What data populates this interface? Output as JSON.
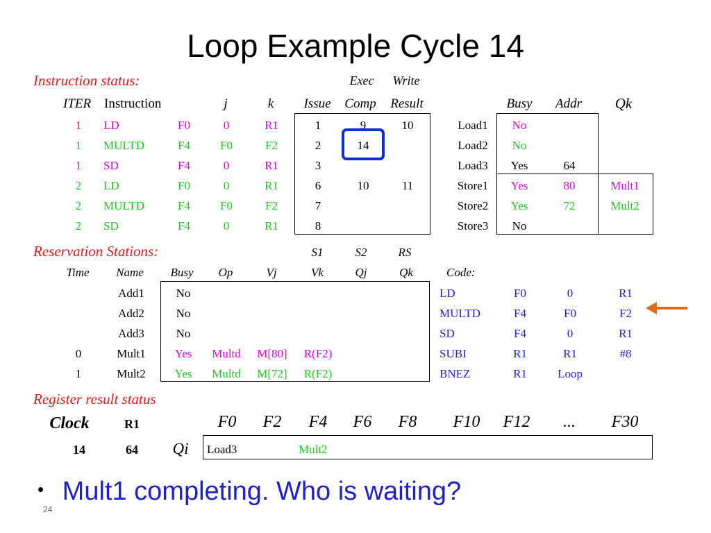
{
  "title": "Loop Example Cycle 14",
  "colors": {
    "red": "#e01b1b",
    "magenta": "#e000e0",
    "green": "#1ec51e",
    "blue": "#1f1fd0",
    "highlight": "#0a2fd6",
    "arrow": "#e06a1b"
  },
  "instruction_status": {
    "heading": "Instruction status:",
    "header_top": [
      "Exec",
      "Write"
    ],
    "headers": [
      "ITER",
      "Instruction",
      "j",
      "k",
      "Issue",
      "Comp",
      "Result"
    ],
    "rows": [
      {
        "iter": "1",
        "op": "LD",
        "dest": "F0",
        "j": "0",
        "k": "R1",
        "issue": "1",
        "comp": "9",
        "result": "10",
        "color": "#e000e0"
      },
      {
        "iter": "1",
        "op": "MULTD",
        "dest": "F4",
        "j": "F0",
        "k": "F2",
        "issue": "2",
        "comp": "14",
        "result": "",
        "color": "#1ec51e"
      },
      {
        "iter": "1",
        "op": "SD",
        "dest": "F4",
        "j": "0",
        "k": "R1",
        "issue": "3",
        "comp": "",
        "result": "",
        "color": "#e000e0"
      },
      {
        "iter": "2",
        "op": "LD",
        "dest": "F0",
        "j": "0",
        "k": "R1",
        "issue": "6",
        "comp": "10",
        "result": "11",
        "color": "#1ec51e"
      },
      {
        "iter": "2",
        "op": "MULTD",
        "dest": "F4",
        "j": "F0",
        "k": "F2",
        "issue": "7",
        "comp": "",
        "result": "",
        "color": "#1ec51e"
      },
      {
        "iter": "2",
        "op": "SD",
        "dest": "F4",
        "j": "0",
        "k": "R1",
        "issue": "8",
        "comp": "",
        "result": "",
        "color": "#1ec51e"
      }
    ]
  },
  "buffers": {
    "headers": [
      "Busy",
      "Addr",
      "Qk"
    ],
    "rows": [
      {
        "name": "Load1",
        "busy": "No",
        "addr": "",
        "qk": "",
        "color": "#e000e0"
      },
      {
        "name": "Load2",
        "busy": "No",
        "addr": "",
        "qk": "",
        "color": "#1ec51e"
      },
      {
        "name": "Load3",
        "busy": "Yes",
        "addr": "64",
        "qk": "",
        "color": "#000000"
      },
      {
        "name": "Store1",
        "busy": "Yes",
        "addr": "80",
        "qk": "Mult1",
        "color": "#e000e0"
      },
      {
        "name": "Store2",
        "busy": "Yes",
        "addr": "72",
        "qk": "Mult2",
        "color": "#1ec51e"
      },
      {
        "name": "Store3",
        "busy": "No",
        "addr": "",
        "qk": "",
        "color": "#000000"
      }
    ]
  },
  "reservation_stations": {
    "heading": "Reservation Stations:",
    "header_top": [
      "S1",
      "S2",
      "RS"
    ],
    "headers": [
      "Time",
      "Name",
      "Busy",
      "Op",
      "Vj",
      "Vk",
      "Qj",
      "Qk"
    ],
    "rows": [
      {
        "time": "",
        "name": "Add1",
        "busy": "No",
        "op": "",
        "vj": "",
        "vk": "",
        "color": "#000000"
      },
      {
        "time": "",
        "name": "Add2",
        "busy": "No",
        "op": "",
        "vj": "",
        "vk": "",
        "color": "#000000"
      },
      {
        "time": "",
        "name": "Add3",
        "busy": "No",
        "op": "",
        "vj": "",
        "vk": "",
        "color": "#000000"
      },
      {
        "time": "0",
        "name": "Mult1",
        "busy": "Yes",
        "op": "Multd",
        "vj": "M[80]",
        "vk": "R(F2)",
        "color": "#e000e0"
      },
      {
        "time": "1",
        "name": "Mult2",
        "busy": "Yes",
        "op": "Multd",
        "vj": "M[72]",
        "vk": "R(F2)",
        "color": "#1ec51e"
      }
    ]
  },
  "code": {
    "heading": "Code:",
    "rows": [
      [
        "LD",
        "F0",
        "0",
        "R1"
      ],
      [
        "MULTD",
        "F4",
        "F0",
        "F2"
      ],
      [
        "SD",
        "F4",
        "0",
        "R1"
      ],
      [
        "SUBI",
        "R1",
        "R1",
        "#8"
      ],
      [
        "BNEZ",
        "R1",
        "Loop",
        ""
      ]
    ]
  },
  "register_status": {
    "heading": "Register result status",
    "clock_label": "Clock",
    "r1_label": "R1",
    "qi_label": "Qi",
    "clock": "14",
    "r1": "64",
    "registers": [
      "F0",
      "F2",
      "F4",
      "F6",
      "F8",
      "F10",
      "F12",
      "...",
      "F30"
    ],
    "qi": [
      "Load3",
      "",
      "Mult2",
      "",
      "",
      "",
      "",
      "",
      ""
    ]
  },
  "bullet": "Mult1 completing.  Who is waiting?",
  "slide_number": "24"
}
